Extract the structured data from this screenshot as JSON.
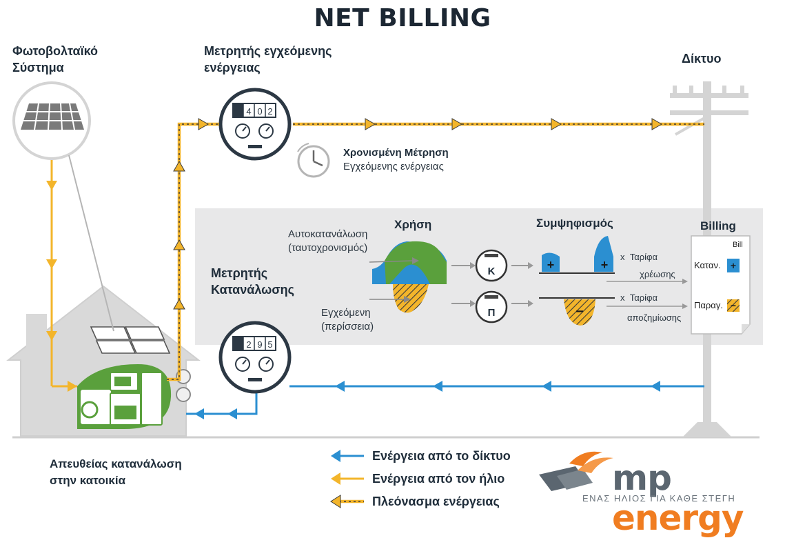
{
  "title": "NET BILLING",
  "labels": {
    "pv_system_line1": "Φωτοβολταϊκό",
    "pv_system_line2": "Σύστημα",
    "export_meter_line1": "Μετρητής εγχεόμενης",
    "export_meter_line2": "ενέργειας",
    "grid": "Δίκτυο",
    "timed_metering_title": "Χρονισμένη Μέτρηση",
    "timed_metering_sub": "Εγχεόμενης ενέργειας",
    "consumption_meter_line1": "Μετρητής",
    "consumption_meter_line2": "Κατανάλωσης",
    "direct_consumption_line1": "Απευθείας κατανάλωση",
    "direct_consumption_line2": "στην κατοικία"
  },
  "export_meter_digits": [
    "",
    "4",
    "0",
    "2"
  ],
  "consumption_meter_digits": [
    "",
    "2",
    "9",
    "5"
  ],
  "panel": {
    "usage_title": "Χρήση",
    "offset_title": "Συμψηφισμός",
    "billing_title": "Billing",
    "self_consumption_line1": "Αυτοκατανάλωση",
    "self_consumption_line2": "(ταυτοχρονισμός)",
    "injected_line1": "Εγχεόμενη",
    "injected_line2": "(περίσσεια)",
    "k_label": "Κ",
    "p_label": "Π",
    "plus": "+",
    "minus": "−",
    "charge_x": "x",
    "charge_tariff": "Ταρίφα",
    "charge_sub": "χρέωσης",
    "comp_x": "x",
    "comp_tariff": "Ταρίφα",
    "comp_sub": "αποζημίωσης",
    "bill_word": "Bill",
    "bill_cons": "Καταν.",
    "bill_prod": "Παραγ."
  },
  "legend": [
    {
      "label": "Ενέργεια από το δίκτυο",
      "color": "#2b8fd1",
      "style": "grid"
    },
    {
      "label": "Ενέργεια από τον ήλιο",
      "color": "#f3b52b",
      "style": "sun"
    },
    {
      "label": "Πλεόνασμα ενέργειας",
      "color": "#f3b52b",
      "style": "surplus"
    }
  ],
  "brand": {
    "name_part1": "mp",
    "name_part2": "energy",
    "tagline": "ΕΝΑΣ ΗΛΙΟΣ ΓΙΑ ΚΑΘΕ ΣΤΕΓΗ"
  },
  "colors": {
    "grid_flow": "#2b8fd1",
    "sun_flow": "#f3b52b",
    "surplus_flow": "#f3b52b",
    "usage_green": "#5aa03c",
    "usage_blue": "#2b8fd1",
    "brand_orange": "#f07d21",
    "dark": "#2c3844"
  }
}
